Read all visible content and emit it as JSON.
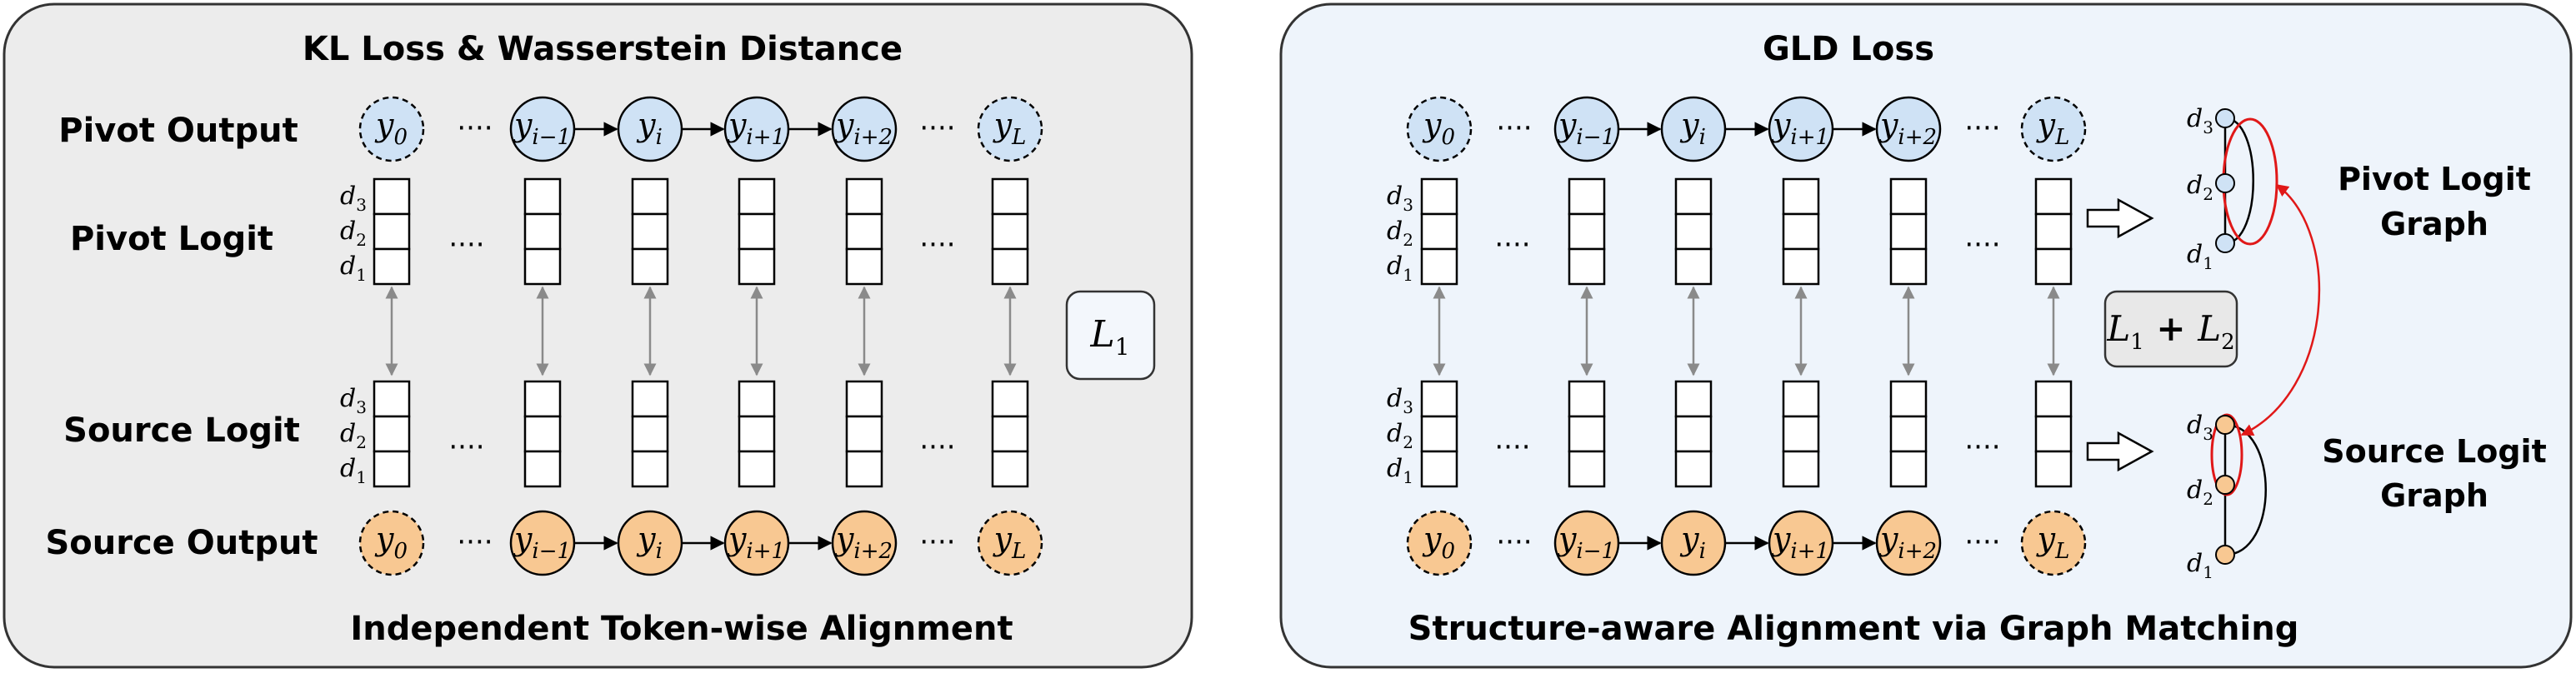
{
  "colors": {
    "left_panel_bg": "#ececec",
    "right_panel_bg": "#eef4fb",
    "pivot_node": "#cfe2f5",
    "source_node": "#f8c892",
    "loss_box_left": "#f3f7fc",
    "loss_box_right": "#e8e8e8",
    "graph_edge_red": "#e01818"
  },
  "left": {
    "title": "KL Loss & Wasserstein Distance",
    "caption": "Independent Token-wise Alignment",
    "row_labels": {
      "pivot_output": "Pivot Output",
      "pivot_logit": "Pivot Logit",
      "source_logit": "Source Logit",
      "source_output": "Source Output"
    },
    "loss": "L1"
  },
  "right": {
    "title": "GLD Loss",
    "caption": "Structure-aware Alignment via Graph Matching",
    "loss": "L1 + L2",
    "pivot_graph_label": [
      "Pivot Logit",
      "Graph"
    ],
    "source_graph_label": [
      "Source Logit",
      "Graph"
    ]
  },
  "tokens": [
    {
      "base": "y",
      "sub": "0",
      "dashed": true
    },
    {
      "base": "y",
      "sub": "i−1",
      "dashed": false
    },
    {
      "base": "y",
      "sub": "i",
      "dashed": false
    },
    {
      "base": "y",
      "sub": "i+1",
      "dashed": false
    },
    {
      "base": "y",
      "sub": "i+2",
      "dashed": false
    },
    {
      "base": "y",
      "sub": "L",
      "dashed": true
    }
  ],
  "dims": [
    "d3",
    "d2",
    "d1"
  ],
  "ellipsis": "····"
}
